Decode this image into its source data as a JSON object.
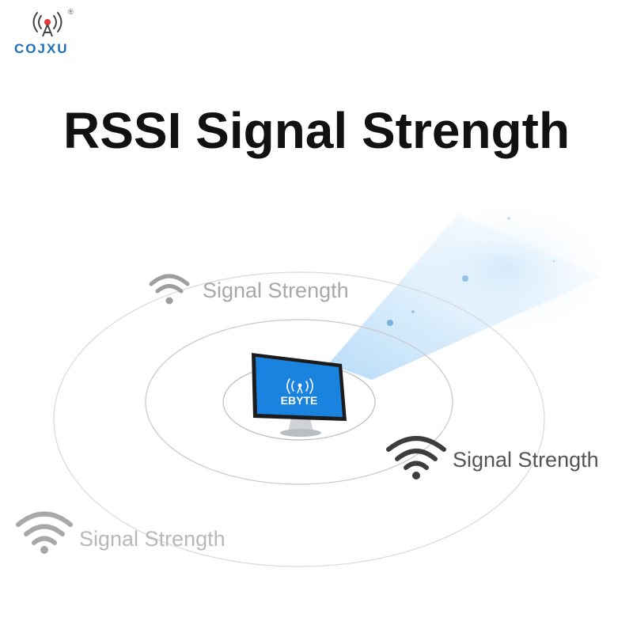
{
  "brand": {
    "logo_text": "COJXU",
    "registered_mark": "®"
  },
  "title": "RSSI Signal Strength",
  "monitor": {
    "screen_brand": "EBYTE"
  },
  "signal_labels": [
    {
      "text": "Signal Strength",
      "tone": "light"
    },
    {
      "text": "Signal Strength",
      "tone": "dark"
    },
    {
      "text": "Signal Strength",
      "tone": "faint"
    }
  ],
  "colors": {
    "brand_blue": "#1e6fb8",
    "screen_blue": "#1a83e0",
    "title": "#111111"
  },
  "icons": {
    "logo": "wifi-tower-icon",
    "signals": [
      "wifi-signal-icon",
      "wifi-signal-icon",
      "wifi-signal-icon"
    ]
  }
}
